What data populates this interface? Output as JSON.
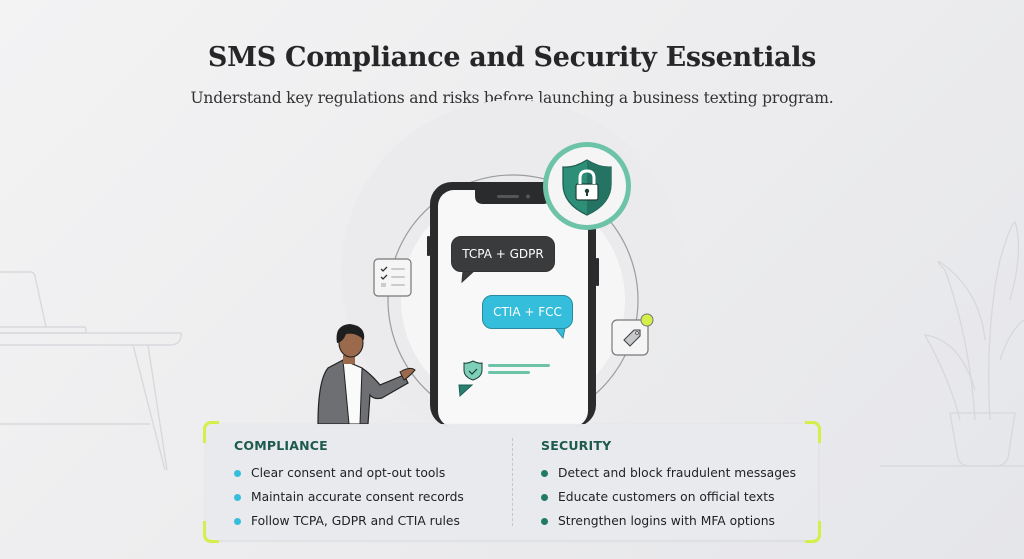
{
  "header": {
    "title": "SMS Compliance and Security Essentials",
    "subtitle": "Understand key regulations and risks before launching a business texting program."
  },
  "illustration": {
    "icons": [
      "shield-lock-icon",
      "checklist-icon",
      "tag-icon",
      "shield-check-icon"
    ],
    "bubbles": [
      {
        "label": "TCPA + GDPR",
        "color": "#3a3b3d"
      },
      {
        "label": "CTIA + FCC",
        "color": "#35bedb"
      },
      {
        "label": "",
        "color": "#27806d"
      }
    ]
  },
  "card": {
    "compliance": {
      "heading": "COMPLIANCE",
      "bullet_color": "#35bedb",
      "items": [
        "Clear consent and opt-out tools",
        "Maintain accurate consent records",
        "Follow TCPA, GDPR and CTIA rules"
      ]
    },
    "security": {
      "heading": "SECURITY",
      "bullet_color": "#1f7a66",
      "items": [
        "Detect and block fraudulent messages",
        "Educate customers on official texts",
        "Strengthen logins with MFA options"
      ]
    }
  },
  "colors": {
    "accent_teal": "#27806d",
    "accent_cyan": "#35bedb",
    "accent_lime": "#d5ee4a",
    "heading_green": "#1e5a4e"
  }
}
